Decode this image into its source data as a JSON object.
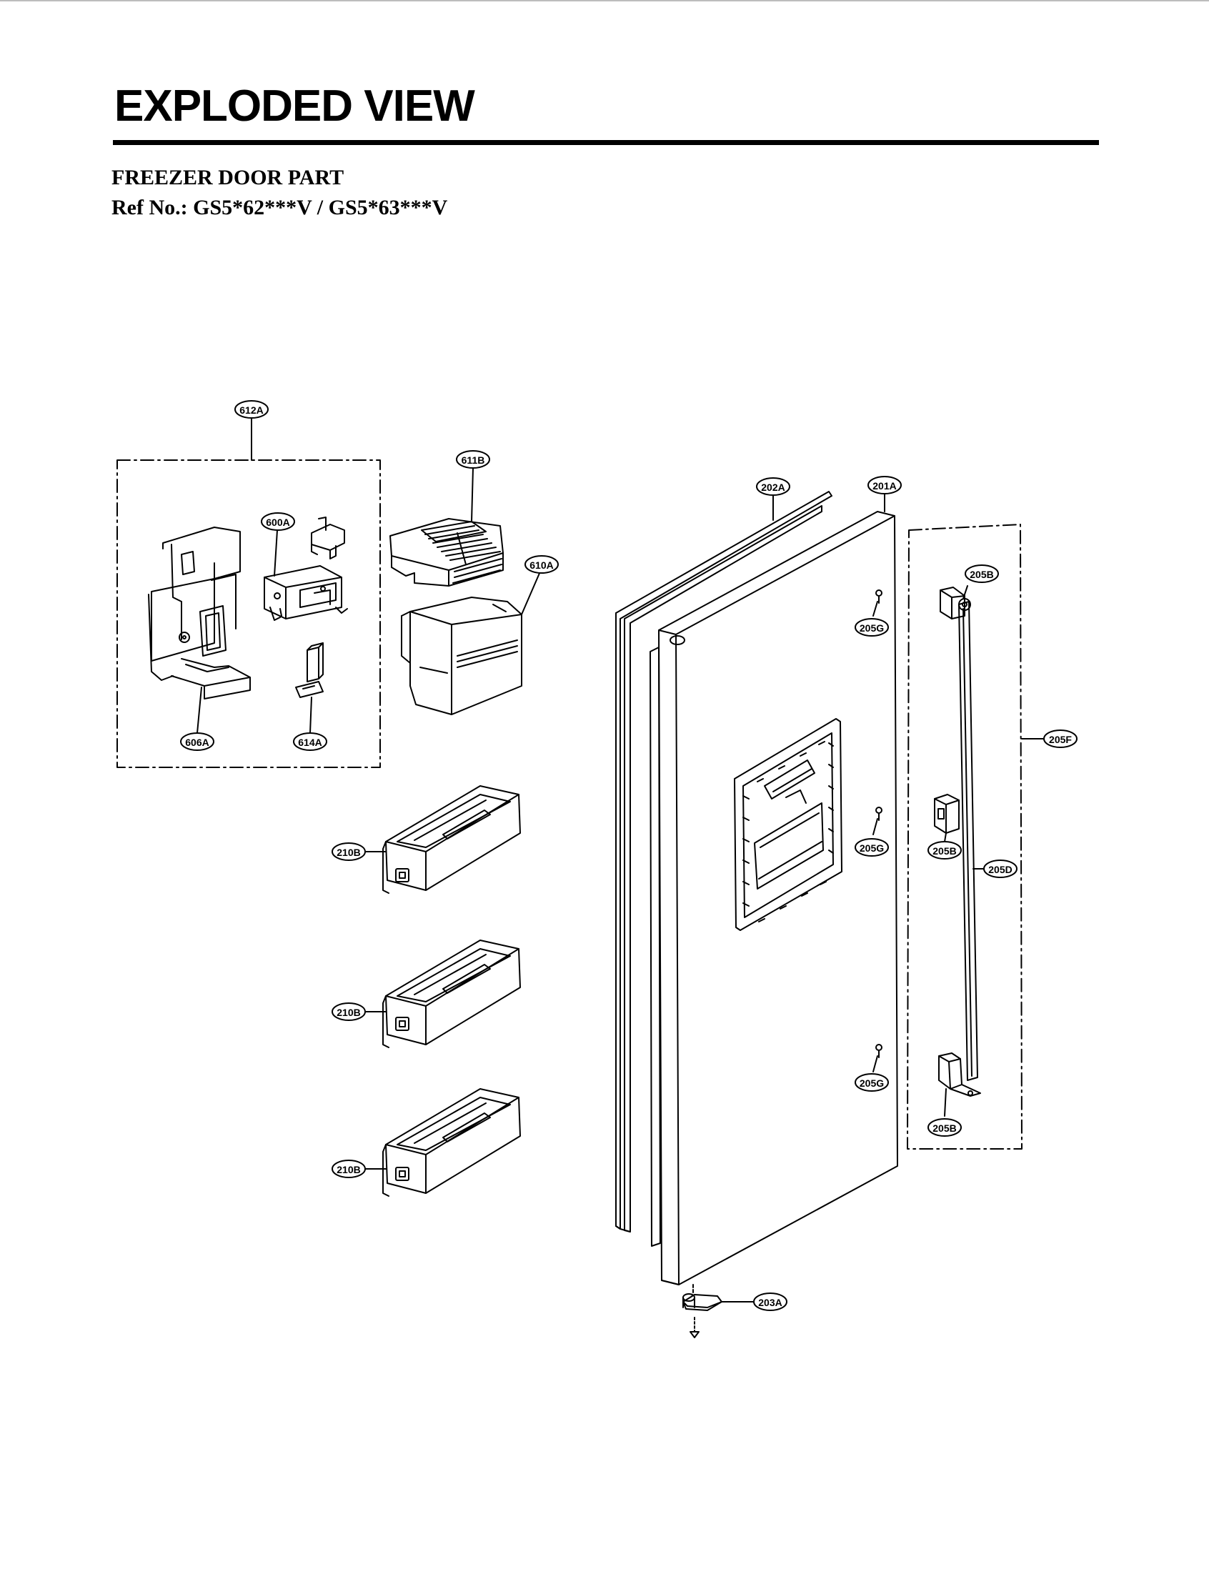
{
  "title": "EXPLODED VIEW",
  "section": "FREEZER DOOR PART",
  "ref": "Ref No.: GS5*62***V / GS5*63***V",
  "labels": {
    "l612A": "612A",
    "l611B": "611B",
    "l600A": "600A",
    "l610A": "610A",
    "l606A": "606A",
    "l614A": "614A",
    "l202A": "202A",
    "l201A": "201A",
    "l205B_top": "205B",
    "l205G_1": "205G",
    "l205F": "205F",
    "l205B_mid": "205B",
    "l205D": "205D",
    "l205G_2": "205G",
    "l205G_3": "205G",
    "l205B_bot": "205B",
    "l210B_1": "210B",
    "l210B_2": "210B",
    "l210B_3": "210B",
    "l203A": "203A"
  }
}
